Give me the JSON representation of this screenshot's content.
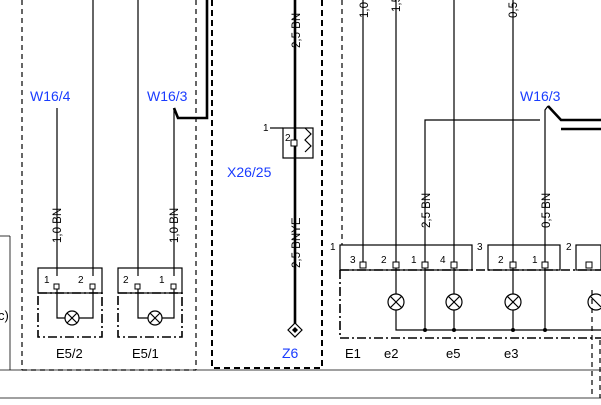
{
  "labels": {
    "w16_4": "W16/4",
    "w16_3_left": "W16/3",
    "w16_3_right": "W16/3",
    "x26_25": "X26/25",
    "z6": "Z6",
    "e5_2": "E5/2",
    "e5_1": "E5/1",
    "e1": "E1",
    "e2": "e2",
    "e5": "e5",
    "e3": "e3",
    "edge_c": "c)"
  },
  "wires": {
    "w1": "1,0 BN",
    "w2": "1,0 BN",
    "w3": "2,5 BN",
    "w4": "2,5 BNYE",
    "w5": "1,0",
    "w6": "1,5",
    "w7": "0,5",
    "w8": "2,5 BN",
    "w9": "0,5 BN"
  },
  "pins": {
    "p1": "1",
    "p2": "2",
    "p3": "2",
    "p4": "1",
    "x26_1": "1",
    "x26_2": "2",
    "e1_1": "1",
    "e1_3": "3",
    "e1_2": "2",
    "e1_1b": "1",
    "e1_4": "4",
    "e1_3b": "3",
    "e1_2b": "2",
    "e1_1c": "1",
    "e1_2c": "2"
  }
}
